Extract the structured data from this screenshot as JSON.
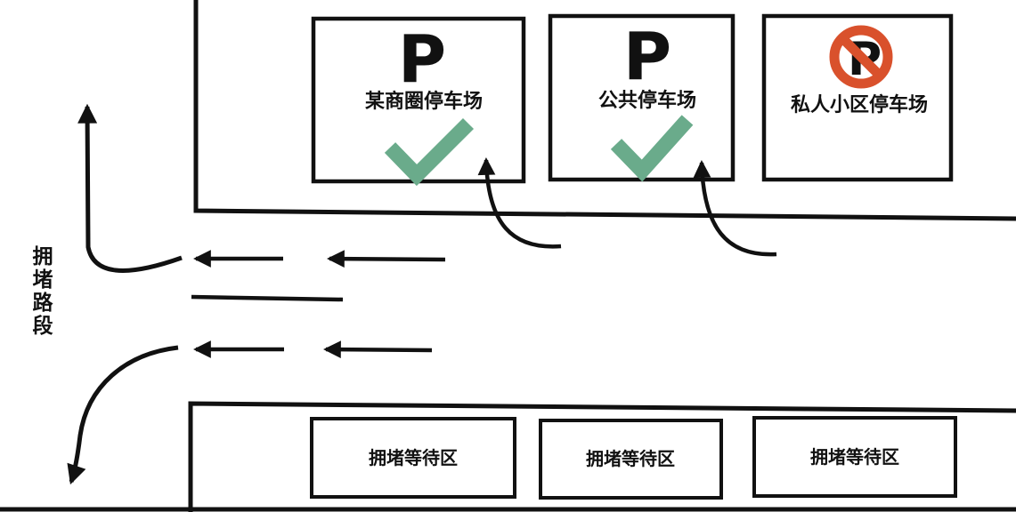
{
  "diagram": {
    "title_hint": "congested-road-parking-guidance-diagram",
    "road_section_label": "拥堵路段",
    "parking_lots": [
      {
        "sign": "P",
        "label": "某商圈停车场",
        "status": "recommended",
        "marker": "checkmark-icon"
      },
      {
        "sign": "P",
        "label": "公共停车场",
        "status": "recommended",
        "marker": "checkmark-icon"
      },
      {
        "sign": "P",
        "label": "私人小区停车场",
        "status": "prohibited",
        "marker": "no-parking-icon"
      }
    ],
    "waiting_zones": [
      {
        "label": "拥堵等待区"
      },
      {
        "label": "拥堵等待区"
      },
      {
        "label": "拥堵等待区"
      }
    ],
    "colors": {
      "check_green": "#6aab8b",
      "no_parking_red": "#d9512c",
      "ink": "#111111",
      "background": "#ffffff"
    }
  }
}
